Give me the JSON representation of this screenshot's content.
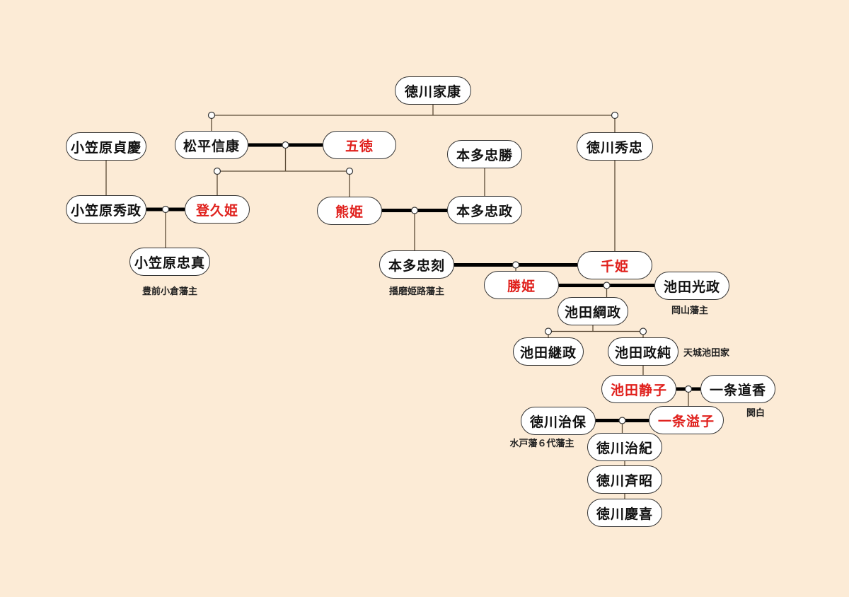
{
  "diagram": {
    "type": "family-tree",
    "colors": {
      "background": "#fcebd6",
      "node_fill": "#ffffff",
      "male_text": "#111111",
      "female_text": "#e0201c",
      "line": "#5a4a35",
      "marriage_line": "#000000"
    },
    "nodes": [
      {
        "id": "ieyasu",
        "label": "徳川家康",
        "female": false
      },
      {
        "id": "nobuyasu",
        "label": "松平信康",
        "female": false
      },
      {
        "id": "gotoku",
        "label": "五徳",
        "female": true
      },
      {
        "id": "hidetada",
        "label": "徳川秀忠",
        "female": false
      },
      {
        "id": "sadayoshi",
        "label": "小笠原貞慶",
        "female": false
      },
      {
        "id": "tadakatsu",
        "label": "本多忠勝",
        "female": false
      },
      {
        "id": "hidemasa",
        "label": "小笠原秀政",
        "female": false
      },
      {
        "id": "tokuhime",
        "label": "登久姫",
        "female": true
      },
      {
        "id": "kumahime",
        "label": "熊姫",
        "female": true
      },
      {
        "id": "tadamasa",
        "label": "本多忠政",
        "female": false
      },
      {
        "id": "tadazane",
        "label": "小笠原忠真",
        "female": false,
        "note": "豊前小倉藩主"
      },
      {
        "id": "tadatoki",
        "label": "本多忠刻",
        "female": false,
        "note": "播磨姫路藩主"
      },
      {
        "id": "senhime",
        "label": "千姫",
        "female": true
      },
      {
        "id": "katsuhime",
        "label": "勝姫",
        "female": true
      },
      {
        "id": "mitsumasa",
        "label": "池田光政",
        "female": false,
        "note": "岡山藩主"
      },
      {
        "id": "tsunamasa",
        "label": "池田綱政",
        "female": false
      },
      {
        "id": "tsugumasa",
        "label": "池田継政",
        "female": false
      },
      {
        "id": "masazumi",
        "label": "池田政純",
        "female": false,
        "note": "天城池田家"
      },
      {
        "id": "shizuko",
        "label": "池田静子",
        "female": true
      },
      {
        "id": "michika",
        "label": "一条道香",
        "female": false,
        "note": "関白"
      },
      {
        "id": "harumori",
        "label": "徳川治保",
        "female": false,
        "note": "水戸藩６代藩主"
      },
      {
        "id": "itsuko",
        "label": "一条溢子",
        "female": true
      },
      {
        "id": "harutoshi",
        "label": "徳川治紀",
        "female": false
      },
      {
        "id": "nariaki",
        "label": "徳川斉昭",
        "female": false
      },
      {
        "id": "yoshinobu",
        "label": "徳川慶喜",
        "female": false
      }
    ],
    "marriages": [
      [
        "nobuyasu",
        "gotoku"
      ],
      [
        "hidemasa",
        "tokuhime"
      ],
      [
        "kumahime",
        "tadamasa"
      ],
      [
        "tadatoki",
        "senhime"
      ],
      [
        "katsuhime",
        "mitsumasa"
      ],
      [
        "shizuko",
        "michika"
      ],
      [
        "harumori",
        "itsuko"
      ]
    ],
    "parent_child": [
      {
        "parents": [
          "ieyasu"
        ],
        "children": [
          "nobuyasu",
          "hidetada"
        ]
      },
      {
        "parents": [
          "nobuyasu",
          "gotoku"
        ],
        "children": [
          "tokuhime",
          "kumahime"
        ]
      },
      {
        "parents": [
          "sadayoshi"
        ],
        "children": [
          "hidemasa"
        ]
      },
      {
        "parents": [
          "tadakatsu"
        ],
        "children": [
          "tadamasa"
        ]
      },
      {
        "parents": [
          "hidemasa",
          "tokuhime"
        ],
        "children": [
          "tadazane"
        ]
      },
      {
        "parents": [
          "kumahime",
          "tadamasa"
        ],
        "children": [
          "tadatoki"
        ]
      },
      {
        "parents": [
          "hidetada"
        ],
        "children": [
          "senhime"
        ]
      },
      {
        "parents": [
          "tadatoki",
          "senhime"
        ],
        "children": [
          "katsuhime"
        ]
      },
      {
        "parents": [
          "katsuhime",
          "mitsumasa"
        ],
        "children": [
          "tsunamasa"
        ]
      },
      {
        "parents": [
          "tsunamasa"
        ],
        "children": [
          "tsugumasa",
          "masazumi"
        ]
      },
      {
        "parents": [
          "masazumi"
        ],
        "children": [
          "shizuko"
        ]
      },
      {
        "parents": [
          "shizuko",
          "michika"
        ],
        "children": [
          "itsuko"
        ]
      },
      {
        "parents": [
          "harumori",
          "itsuko"
        ],
        "children": [
          "harutoshi"
        ]
      },
      {
        "parents": [
          "harutoshi"
        ],
        "children": [
          "nariaki"
        ]
      },
      {
        "parents": [
          "nariaki"
        ],
        "children": [
          "yoshinobu"
        ]
      }
    ]
  }
}
